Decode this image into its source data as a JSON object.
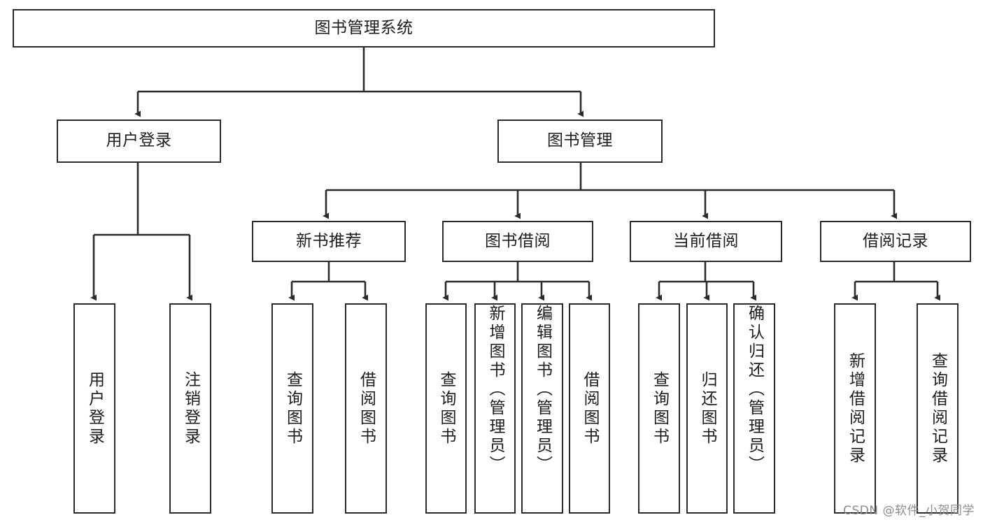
{
  "diagram": {
    "type": "tree",
    "title": "图书管理系统",
    "root": {
      "label": "图书管理系统"
    },
    "level2": [
      {
        "label": "用户登录"
      },
      {
        "label": "图书管理"
      }
    ],
    "level3": [
      {
        "label": "新书推荐"
      },
      {
        "label": "图书借阅"
      },
      {
        "label": "当前借阅"
      },
      {
        "label": "借阅记录"
      }
    ],
    "leaves": {
      "user_login": [
        {
          "label": "用户登录"
        },
        {
          "label": "注销登录"
        }
      ],
      "new_book_recommend": [
        {
          "label": "查询图书"
        },
        {
          "label": "借阅图书"
        }
      ],
      "book_borrow": [
        {
          "label": "查询图书"
        },
        {
          "label": "新增图书（管理员）"
        },
        {
          "label": "编辑图书（管理员）"
        },
        {
          "label": "借阅图书"
        }
      ],
      "current_borrow": [
        {
          "label": "查询图书"
        },
        {
          "label": "归还图书"
        },
        {
          "label": "确认归还（管理员）"
        }
      ],
      "borrow_record": [
        {
          "label": "新增借阅记录"
        },
        {
          "label": "查询借阅记录"
        }
      ]
    }
  },
  "watermark": {
    "text": "CSDN @软件_小贺同学"
  },
  "colors": {
    "box_border": "#2b2b2b",
    "box_fill": "#ffffff",
    "connector": "#2b2b2b",
    "text": "#1d1d1d",
    "watermark": "#8d8d8d"
  }
}
